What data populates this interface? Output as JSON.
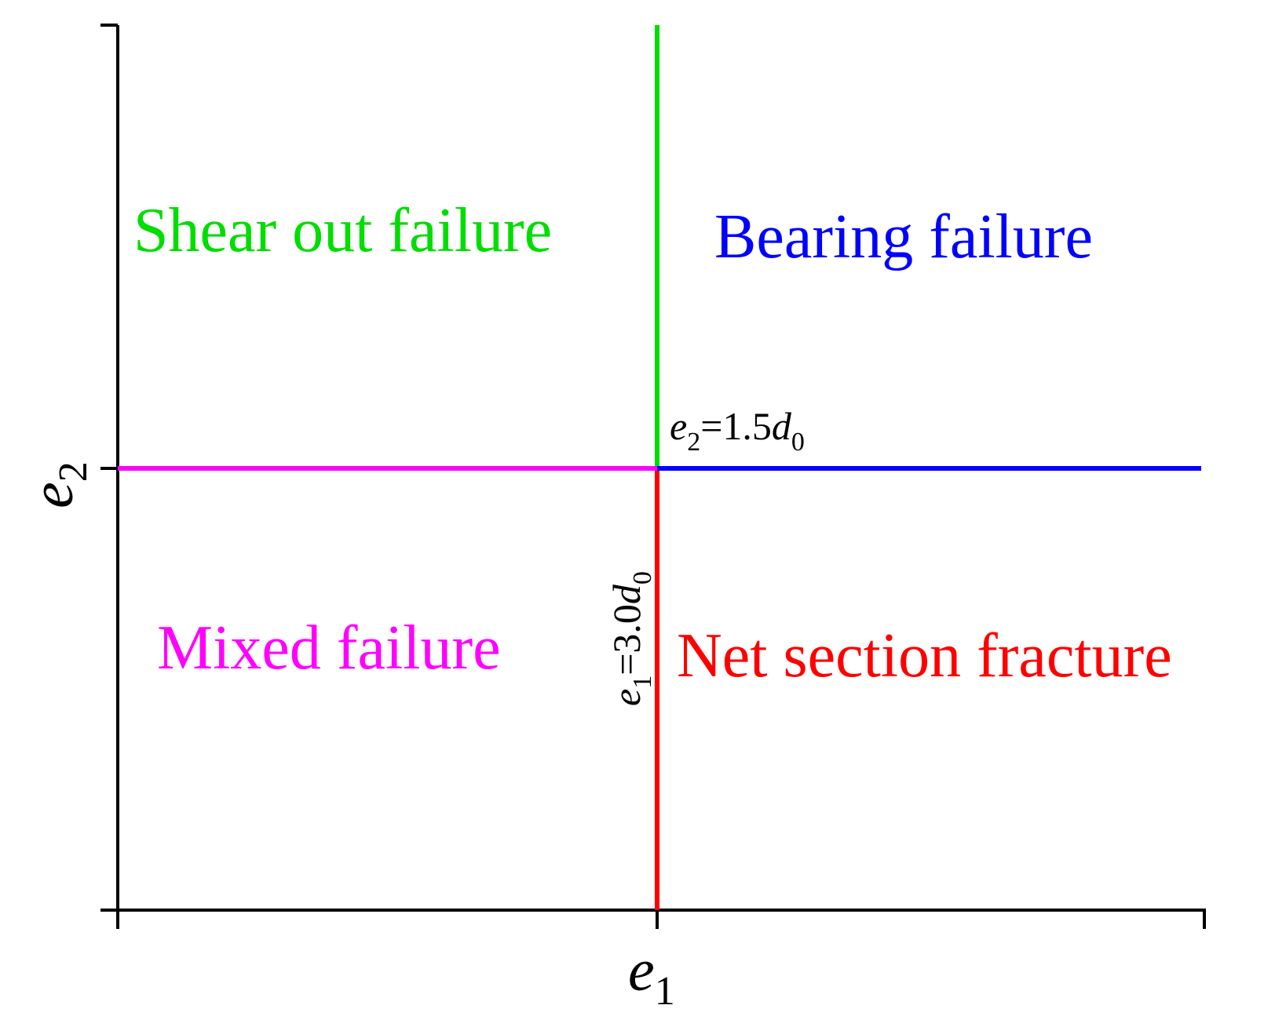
{
  "axes": {
    "x": {
      "var": "e",
      "sub": "1"
    },
    "y": {
      "var": "e",
      "sub": "2"
    }
  },
  "thresholds": {
    "horizontal": {
      "var": "e",
      "sub": "2",
      "mid": "=1.5",
      "var2": "d",
      "sub2": "0"
    },
    "vertical": {
      "var": "e",
      "sub": "1",
      "mid": "=3.0",
      "var2": "d",
      "sub2": "0"
    }
  },
  "regions": {
    "top_left": {
      "label": "Shear out failure",
      "color": "#00dd00"
    },
    "top_right": {
      "label": "Bearing failure",
      "color": "#0000ff"
    },
    "bottom_left": {
      "label": "Mixed failure",
      "color": "#ff00ff"
    },
    "bottom_right": {
      "label": "Net section fracture",
      "color": "#ff0000"
    }
  }
}
